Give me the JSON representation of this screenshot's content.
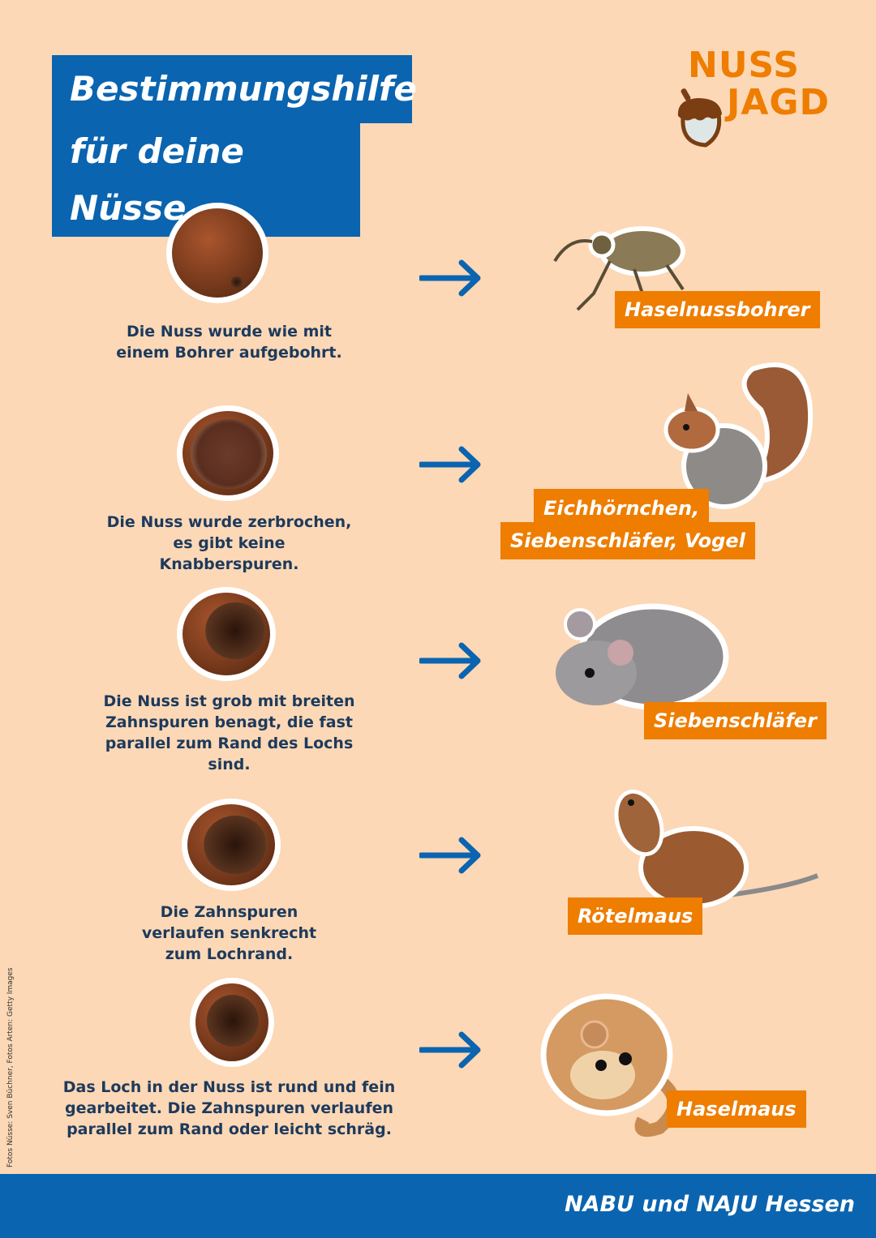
{
  "title": {
    "line1": "Bestimmungshilfe",
    "line2": "für deine Nüsse"
  },
  "logo": {
    "line1": "NUSS",
    "line2": "JAGD"
  },
  "colors": {
    "background": "#fcd8b6",
    "blue": "#0a64b0",
    "orange": "#ee7d00",
    "text": "#1d3a5c"
  },
  "rows": [
    {
      "description": "Die Nuss wurde wie mit einem Bohrer aufgebohrt.",
      "animal": "Haselnussbohrer"
    },
    {
      "description": "Die Nuss wurde zerbrochen, es gibt keine Knabberspuren.",
      "animal_line1": "Eichhörnchen,",
      "animal_line2": "Siebenschläfer, Vogel"
    },
    {
      "description": "Die Nuss ist grob mit breiten Zahnspuren benagt, die fast parallel zum Rand des Lochs sind.",
      "animal": "Siebenschläfer"
    },
    {
      "description": "Die Zahnspuren verlaufen senkrecht zum Lochrand.",
      "animal": "Rötelmaus"
    },
    {
      "description": "Das Loch in der Nuss ist rund und fein gearbeitet. Die Zahnspuren verlaufen parallel zum Rand oder leicht schräg.",
      "animal": "Haselmaus"
    }
  ],
  "credit": "Fotos Nüsse: Sven Büchner, Fotos Arten: Getty Images",
  "footer": "NABU und NAJU Hessen"
}
